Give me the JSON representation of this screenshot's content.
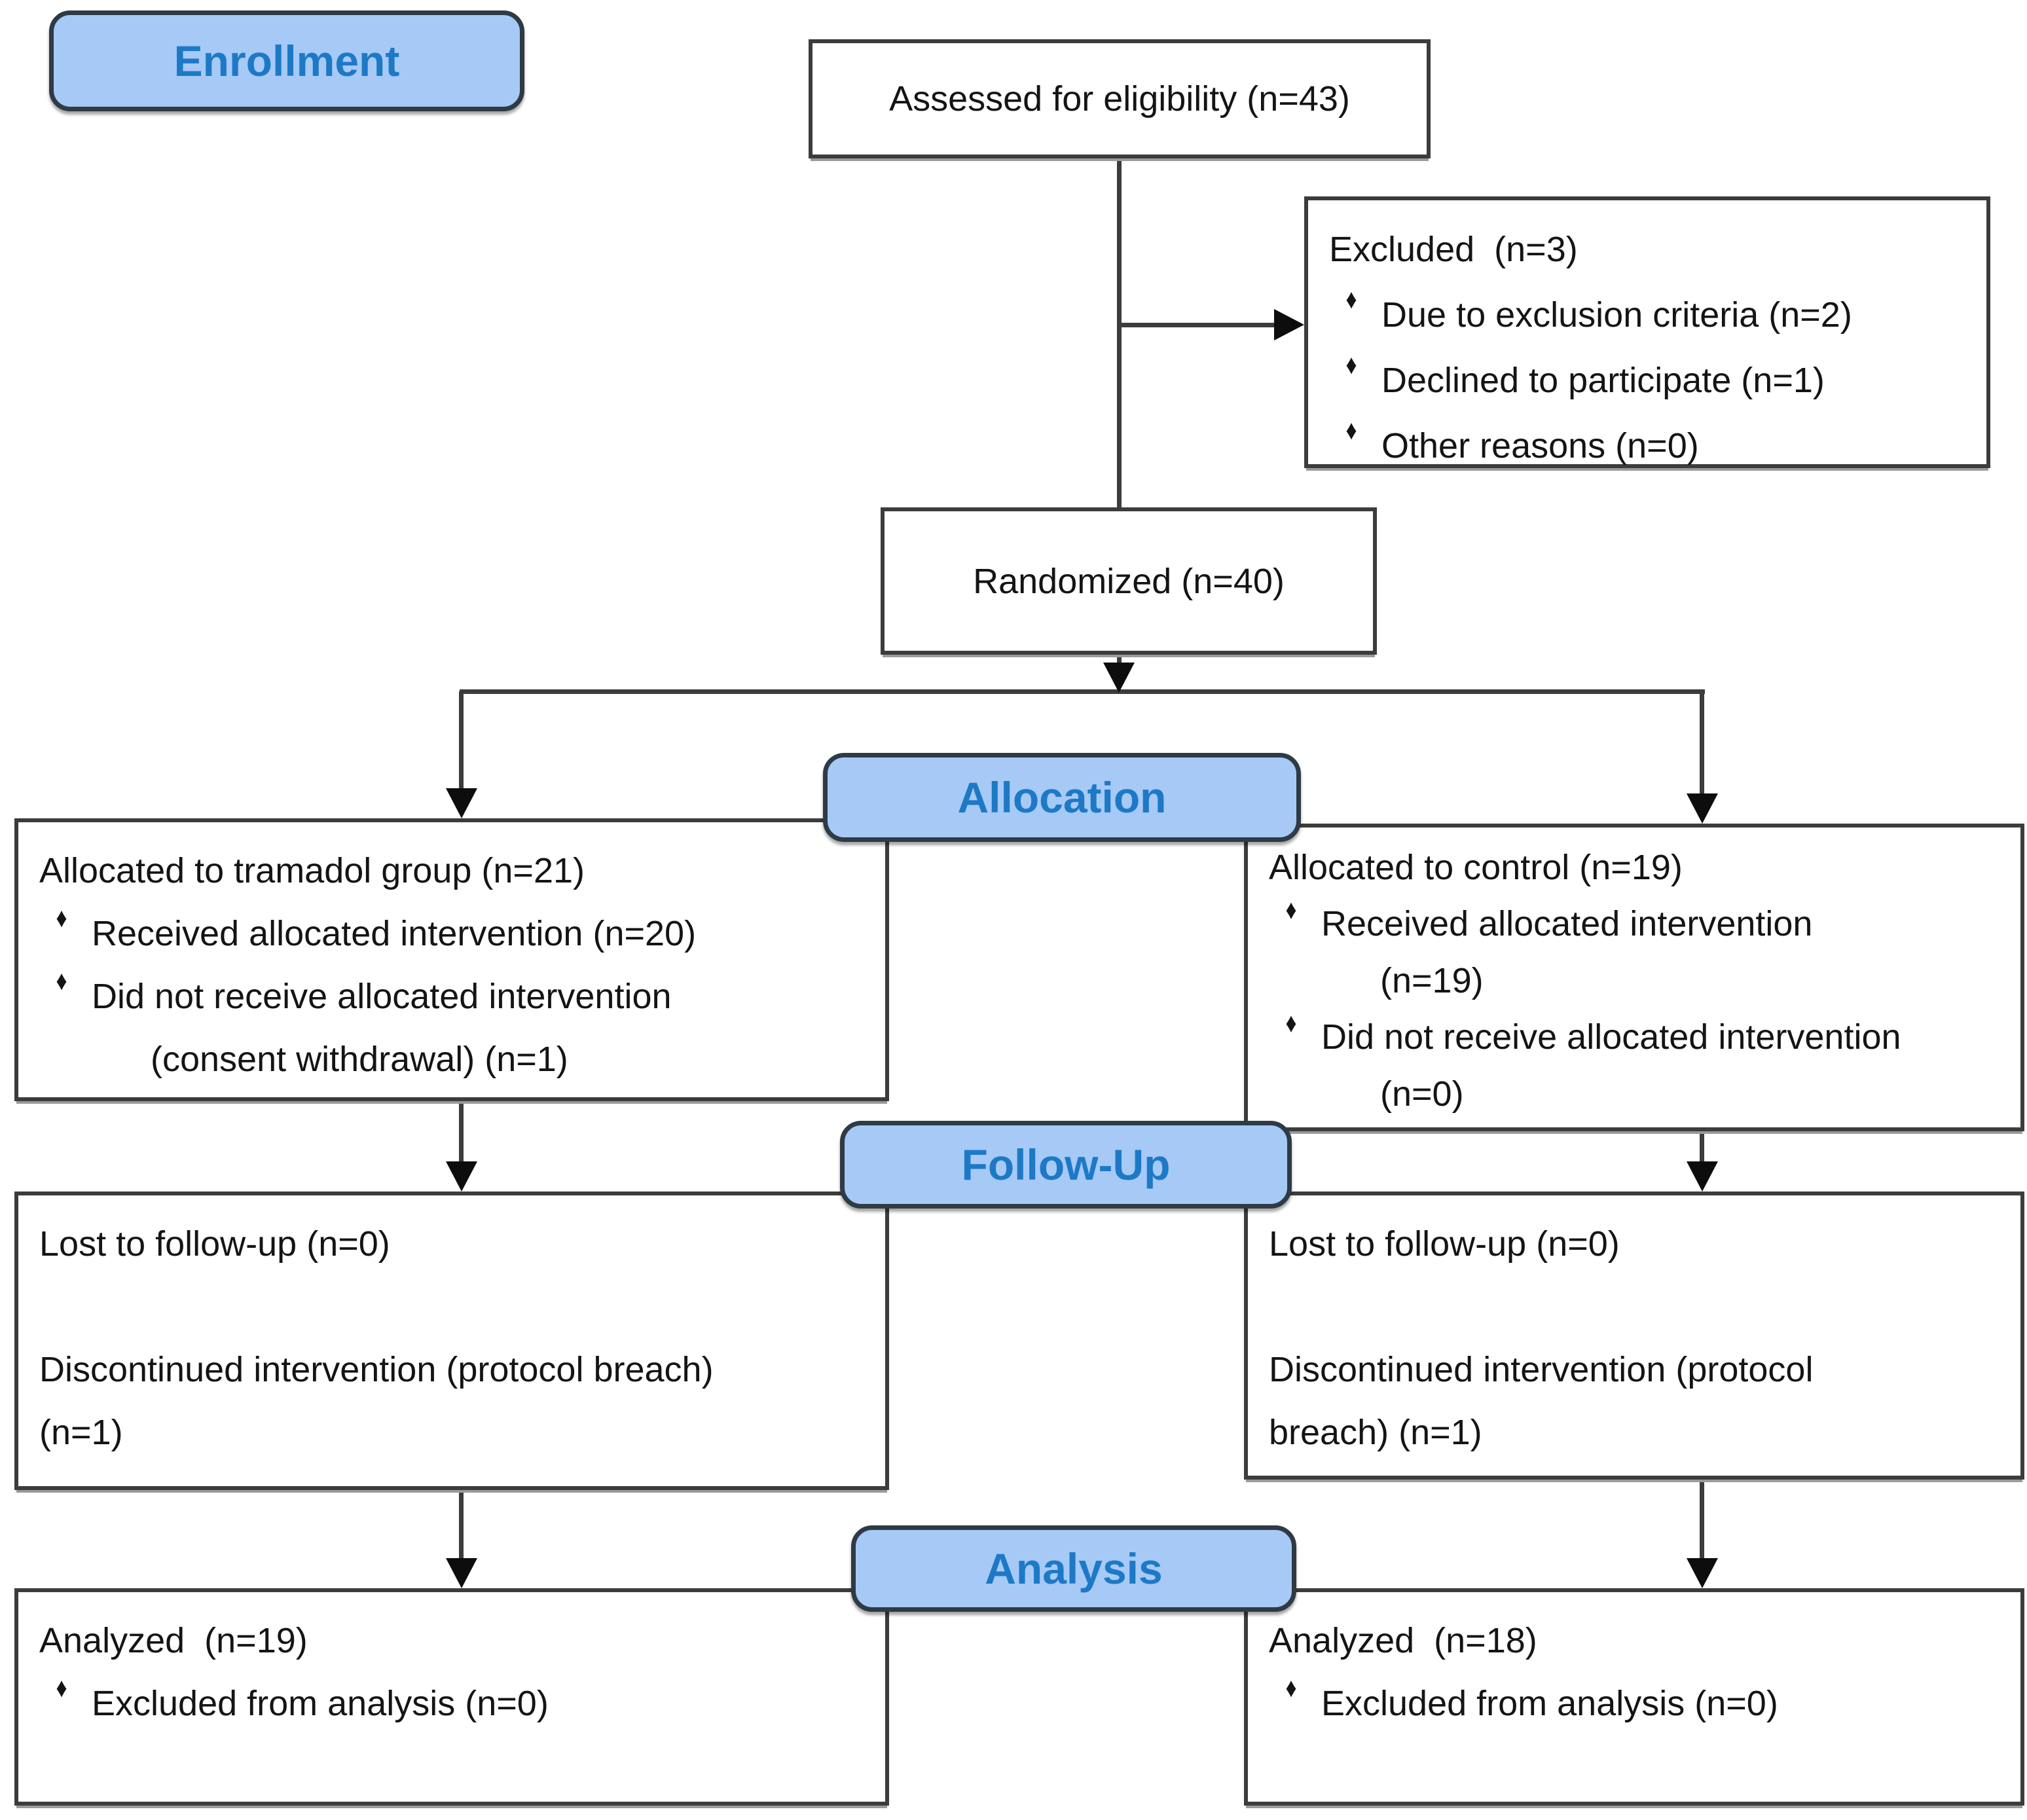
{
  "diagram": {
    "bullet_glyph": "♦",
    "colors": {
      "label_fill": "#a6c9f6",
      "label_text": "#1d79c6",
      "line_color": "#3c3c3c"
    },
    "stages": {
      "enrollment": "Enrollment",
      "allocation": "Allocation",
      "followup": "Follow-Up",
      "analysis": "Analysis"
    },
    "assessed": {
      "text": "Assessed for eligibility (n=43)"
    },
    "excluded": {
      "title": "Excluded  (n=3)",
      "items": [
        "Due to exclusion criteria (n=2)",
        "Declined to participate (n=1)",
        "Other reasons (n=0)"
      ]
    },
    "randomized": {
      "text": "Randomized (n=40)"
    },
    "allocation_left": {
      "title": "Allocated to tramadol group (n=21)",
      "bullet1": "Received allocated intervention (n=20)",
      "bullet2": "Did not receive allocated intervention",
      "bullet2_cont": "(consent withdrawal) (n=1)"
    },
    "allocation_right": {
      "title": "Allocated to control (n=19)",
      "bullet1": "Received allocated intervention",
      "bullet1_cont": "(n=19)",
      "bullet2": "Did not receive allocated intervention",
      "bullet2_cont": "(n=0)"
    },
    "followup_left": {
      "line1": "Lost to follow-up (n=0)",
      "line2": "Discontinued intervention (protocol breach)",
      "line3": "(n=1)"
    },
    "followup_right": {
      "line1": "Lost to follow-up (n=0)",
      "line2": "Discontinued intervention (protocol",
      "line3": "breach) (n=1)"
    },
    "analysis_left": {
      "title": "Analyzed  (n=19)",
      "bullet1": "Excluded from analysis (n=0)"
    },
    "analysis_right": {
      "title": "Analyzed  (n=18)",
      "bullet1": "Excluded from analysis (n=0)"
    }
  }
}
